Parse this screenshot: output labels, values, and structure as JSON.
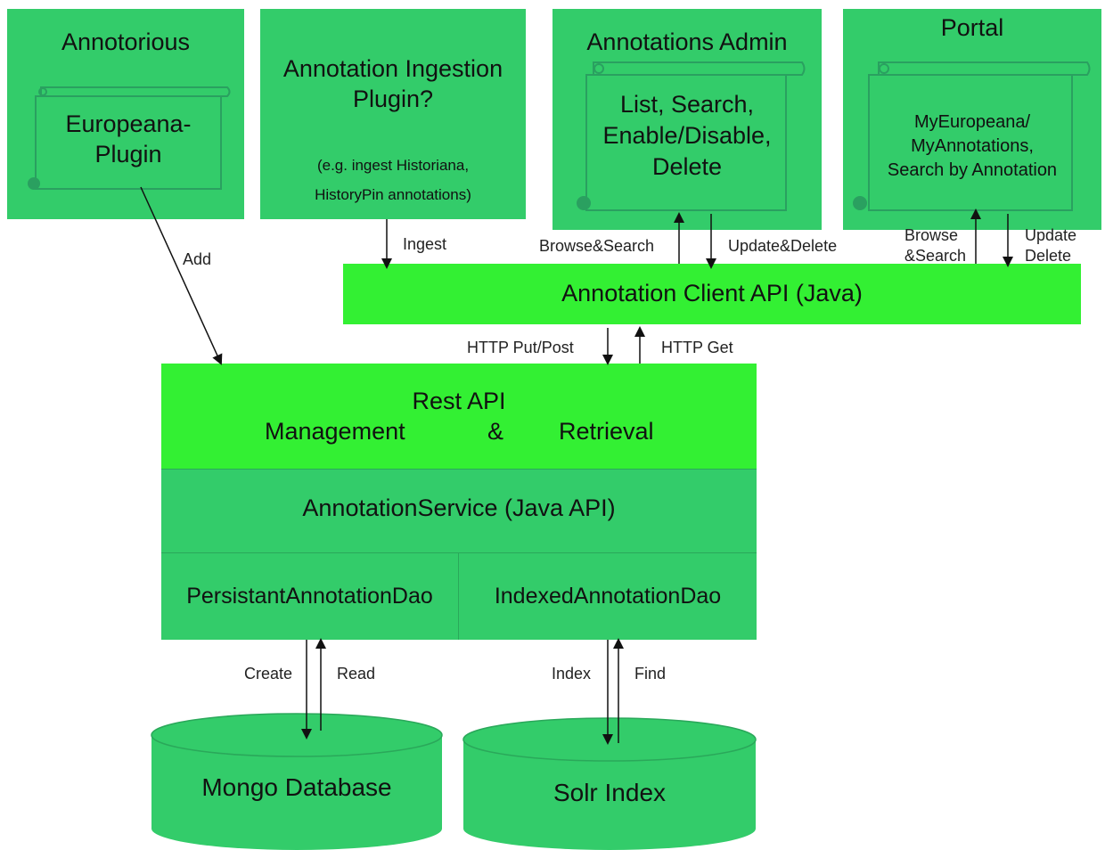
{
  "annotorious": {
    "title": "Annotorious",
    "plugin": "Europeana-\nPlugin"
  },
  "ingestion_plugin": {
    "title_line1": "Annotation Ingestion",
    "title_line2": "Plugin?",
    "note_line1": "(e.g. ingest Historiana,",
    "note_line2": "HistoryPin annotations)"
  },
  "annotations_admin": {
    "title": "Annotations Admin",
    "line1": "List, Search,",
    "line2": "Enable/Disable,",
    "line3": "Delete"
  },
  "portal": {
    "title": "Portal",
    "line1": "MyEuropeana/",
    "line2": "MyAnnotations,",
    "line3": "Search by Annotation"
  },
  "client_api": {
    "label": "Annotation Client API (Java)"
  },
  "rest_api": {
    "line1": "Rest API",
    "management": "Management",
    "amp": "&",
    "retrieval": "Retrieval"
  },
  "annotation_service": {
    "label": "AnnotationService (Java API)"
  },
  "persistant_dao": {
    "label": "PersistantAnnotationDao"
  },
  "indexed_dao": {
    "label": "IndexedAnnotationDao"
  },
  "mongo": {
    "label": "Mongo Database"
  },
  "solr": {
    "label": "Solr Index"
  },
  "edges": {
    "add": "Add",
    "ingest": "Ingest",
    "browse_search": "Browse&Search",
    "update_delete": "Update&Delete",
    "portal_browse_1": "Browse",
    "portal_browse_2": "&Search",
    "portal_update_1": "Update",
    "portal_update_2": "Delete",
    "http_put": "HTTP Put/Post",
    "http_get": "HTTP Get",
    "create": "Create",
    "read": "Read",
    "index": "Index",
    "find": "Find"
  }
}
